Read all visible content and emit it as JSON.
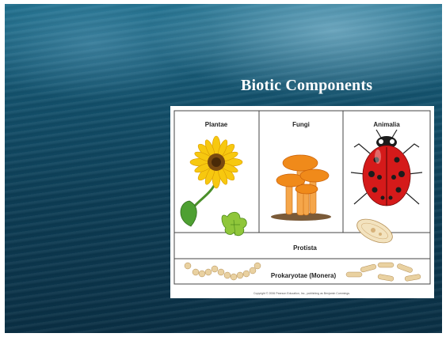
{
  "slide": {
    "title": "Biotic Components"
  },
  "figure": {
    "kingdoms": {
      "plantae": "Plantae",
      "fungi": "Fungi",
      "animalia": "Animalia",
      "protista": "Protista",
      "prokaryotae": "Prokaryotae (Monera)"
    },
    "copyright": "Copyright © 2006 Pearson Education, Inc., publishing as Benjamin Cummings."
  },
  "colors": {
    "ocean": "#0d3d55",
    "title": "#ffffff",
    "flower_petal": "#f7c80f",
    "mushroom": "#f08a1a",
    "ladybug": "#d51a1a"
  }
}
